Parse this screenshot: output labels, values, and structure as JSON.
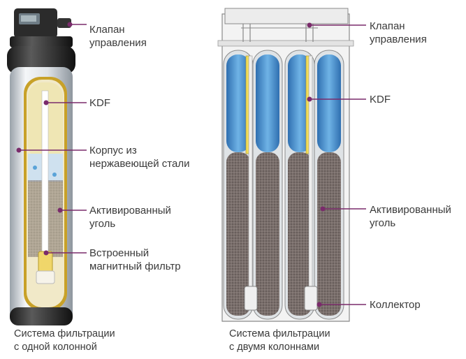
{
  "accent_colors": {
    "leader": "#7a2b6b",
    "media_blue": "#3a86c8",
    "kdf_yellow": "#e8d24a",
    "carbon": "#6e6462",
    "steel": "#d8dde2"
  },
  "left_unit": {
    "labels": [
      {
        "id": "control-valve",
        "lines": [
          "Клапан",
          "управления"
        ]
      },
      {
        "id": "kdf",
        "lines": [
          "KDF"
        ]
      },
      {
        "id": "steel-housing",
        "lines": [
          "Корпус из",
          "нержавеющей стали"
        ]
      },
      {
        "id": "activated-carbon",
        "lines": [
          "Активированный",
          "уголь"
        ]
      },
      {
        "id": "magnetic-filter",
        "lines": [
          "Встроенный",
          "магнитный фильтр"
        ]
      }
    ],
    "caption": [
      "Система фильтрации",
      "с одной колонной"
    ]
  },
  "right_unit": {
    "labels": [
      {
        "id": "control-valve",
        "lines": [
          "Клапан",
          "управления"
        ]
      },
      {
        "id": "kdf",
        "lines": [
          "KDF"
        ]
      },
      {
        "id": "activated-carbon",
        "lines": [
          "Активированный",
          "уголь"
        ]
      },
      {
        "id": "collector",
        "lines": [
          "Коллектор"
        ]
      }
    ],
    "caption": [
      "Система фильтрации",
      "с двумя колоннами"
    ]
  }
}
